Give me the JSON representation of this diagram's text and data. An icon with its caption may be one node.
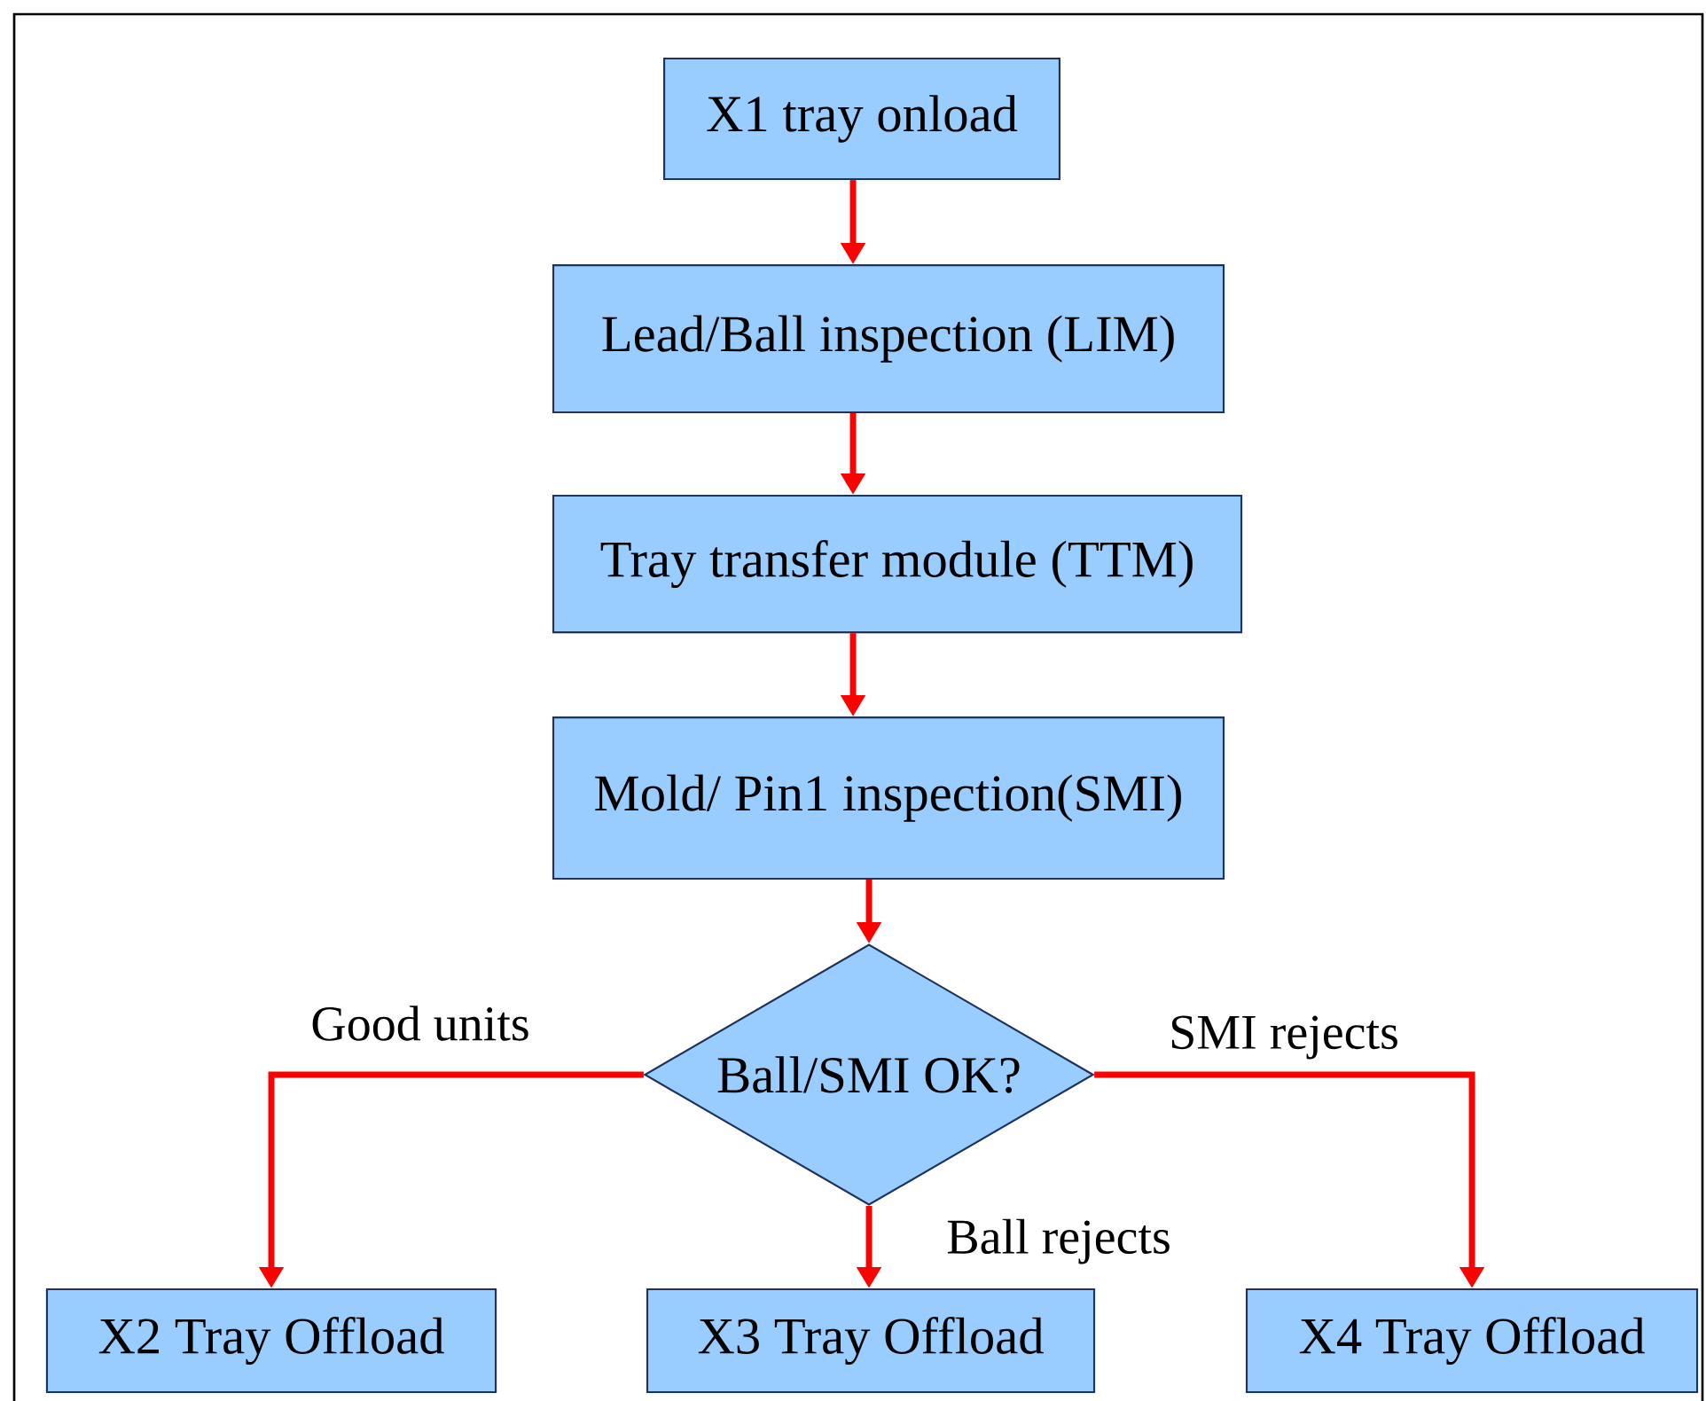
{
  "diagram": {
    "nodes": [
      {
        "text": [
          "X1 tray onload"
        ]
      },
      {
        "text": [
          "Lead/Ball inspection (LIM)"
        ]
      },
      {
        "text": [
          "Tray transfer module (TTM)"
        ]
      },
      {
        "text": [
          "Mold/ Pin1 inspection(SMI)"
        ]
      },
      {
        "text": [
          "Ball/SMI OK?"
        ]
      },
      {
        "text": [
          "X2 Tray Offload"
        ]
      },
      {
        "text": [
          "X3 Tray Offload"
        ]
      },
      {
        "text": [
          "X4 Tray Offload"
        ]
      }
    ],
    "edges": [
      {
        "from": 0,
        "to": 1,
        "arrow": "to"
      },
      {
        "from": 1,
        "to": 2,
        "arrow": "to"
      },
      {
        "from": 2,
        "to": 3,
        "arrow": "to"
      },
      {
        "from": 3,
        "to": 4,
        "arrow": "to"
      },
      {
        "from": 4,
        "to": 5,
        "arrow": "to",
        "label": "Good units"
      },
      {
        "from": 4,
        "to": 6,
        "arrow": "to",
        "label": "Ball rejects"
      },
      {
        "from": 4,
        "to": 7,
        "arrow": "to",
        "label": "SMI rejects"
      }
    ]
  }
}
